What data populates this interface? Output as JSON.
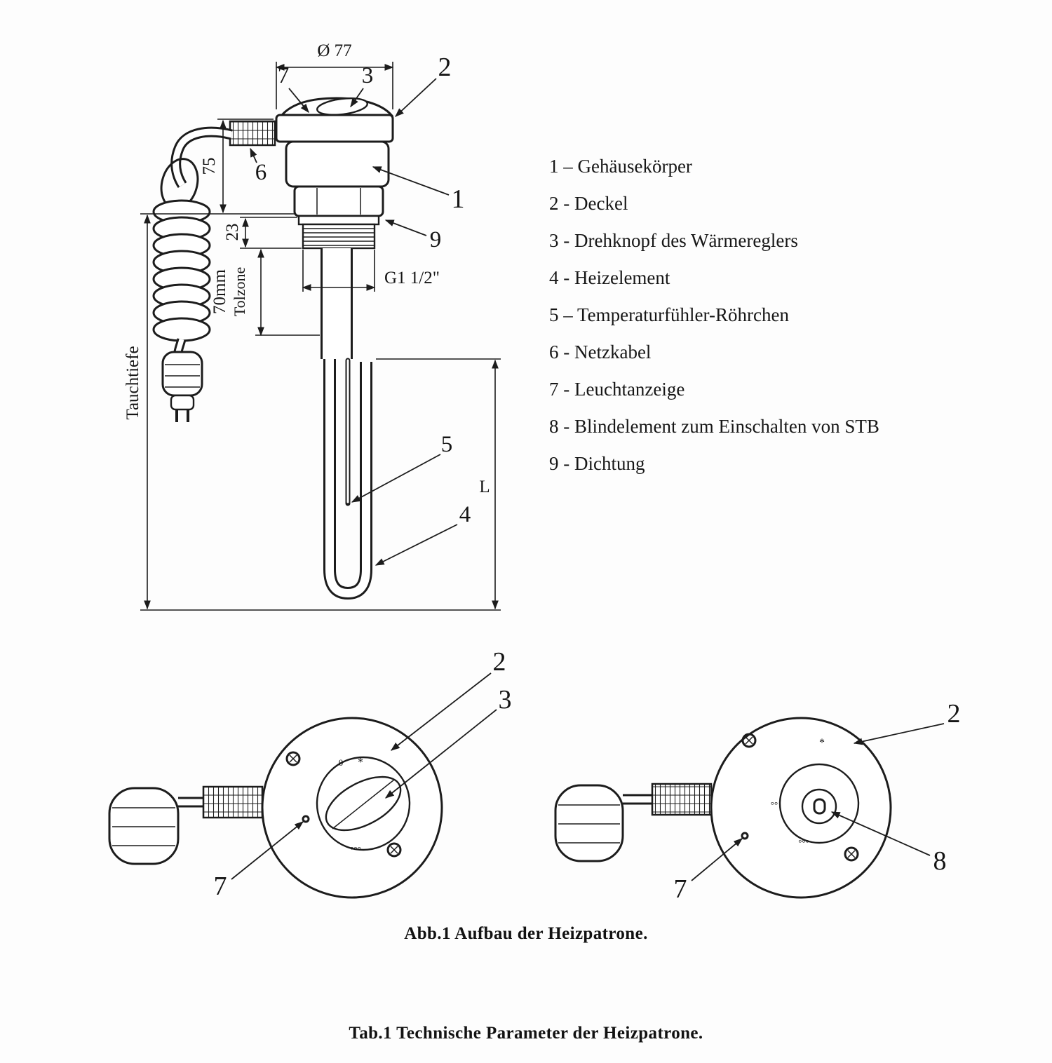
{
  "captions": {
    "figure": "Abb.1 Aufbau der Heizpatrone.",
    "table": "Tab.1 Technische Parameter der Heizpatrone."
  },
  "legend": [
    "1 – Gehäusekörper",
    "2 - Deckel",
    "3 - Drehknopf des Wärmereglers",
    "4 - Heizelement",
    "5 – Temperaturfühler-Röhrchen",
    "6 - Netzkabel",
    "7 - Leuchtanzeige",
    "8 - Blindelement zum Einschalten von STB",
    "9 - Dichtung"
  ],
  "dims": {
    "diameter": "Ø 77",
    "cable_section_height": "75",
    "thread_height": "23",
    "tolzone_value": "70mm",
    "tolzone_label": "Tolzone",
    "immersion_depth": "Tauchtiefe",
    "thread_size": "G1 1/2\"",
    "element_length": "L"
  },
  "callouts": {
    "n1": "1",
    "n2": "2",
    "n3": "3",
    "n4": "4",
    "n5": "5",
    "n6": "6",
    "n7": "7",
    "n8": "8",
    "n9": "9"
  },
  "marks": {
    "star": "*",
    "zero": "0",
    "dots2": "°°",
    "dots3": "°°°"
  },
  "colors": {
    "ink": "#1c1c1c",
    "paper": "#fdfdfd"
  }
}
